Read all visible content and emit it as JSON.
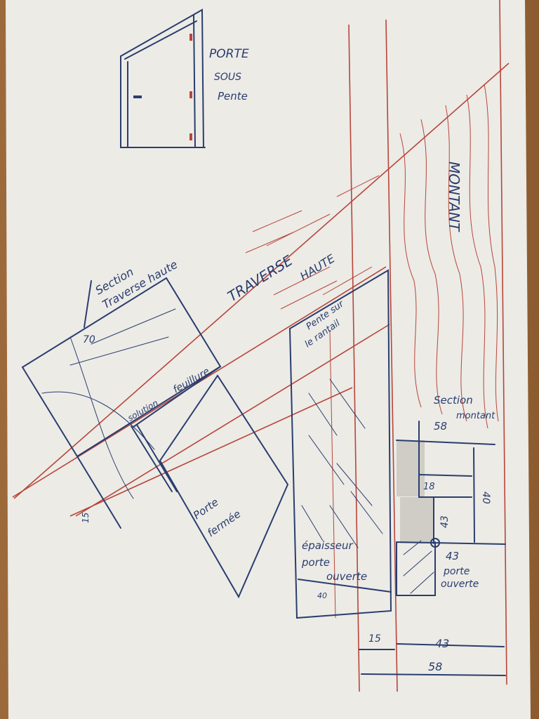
{
  "title_sketch": {
    "line1": "PORTE",
    "line2": "SOUS",
    "line3": "Pente"
  },
  "labels": {
    "section_traverse": "Section",
    "section_traverse_2": "Traverse haute",
    "traverse": "TRAVERSE",
    "haute": "HAUTE",
    "montant": "MONTANT",
    "dim_70": "70",
    "solution": "solution",
    "feuillure": "feuillure",
    "pente_sur": "Pente sur",
    "le_rantail": "le rantail",
    "porte_fermee_1": "Porte",
    "porte_fermee_2": "fermée",
    "dim_15_left": "15",
    "section_montant_1": "Section",
    "section_montant_2": "montant",
    "dim_58_top": "58",
    "dim_18": "18",
    "dim_40_side": "40",
    "dim_43_diag": "43",
    "dim_43_mid": "43",
    "porte_ouverte_1": "porte",
    "porte_ouverte_2": "ouverte",
    "epaisseur_1": "épaisseur",
    "epaisseur_2": "porte",
    "epaisseur_3": "ouverte",
    "dim_40_bottom": "40",
    "dim_15_bottom": "15",
    "dim_43_bottom": "43",
    "dim_58_bottom": "58"
  },
  "colors": {
    "ink_blue": "#2a3d6e",
    "ink_red": "#b8453a",
    "paper": "#ecebe6"
  }
}
